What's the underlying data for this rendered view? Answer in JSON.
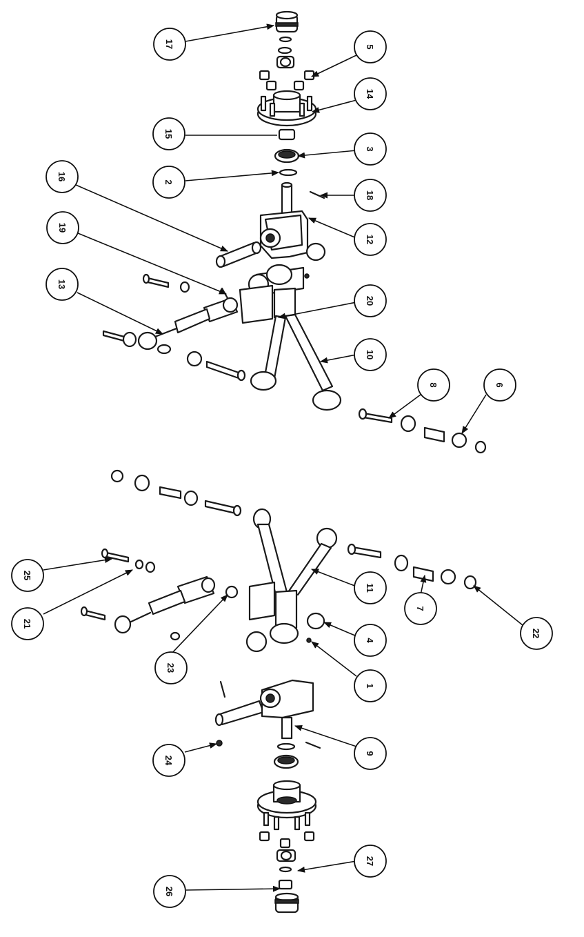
{
  "diagram": {
    "type": "exploded-parts-diagram",
    "callouts": [
      {
        "id": "c17",
        "label": "17"
      },
      {
        "id": "c5",
        "label": "5"
      },
      {
        "id": "c14",
        "label": "14"
      },
      {
        "id": "c15",
        "label": "15"
      },
      {
        "id": "c3",
        "label": "3"
      },
      {
        "id": "c2",
        "label": "2"
      },
      {
        "id": "c16",
        "label": "16"
      },
      {
        "id": "c18",
        "label": "18"
      },
      {
        "id": "c12",
        "label": "12"
      },
      {
        "id": "c19",
        "label": "19"
      },
      {
        "id": "c13",
        "label": "13"
      },
      {
        "id": "c20",
        "label": "20"
      },
      {
        "id": "c10",
        "label": "10"
      },
      {
        "id": "c8",
        "label": "8"
      },
      {
        "id": "c6",
        "label": "6"
      },
      {
        "id": "c25",
        "label": "25"
      },
      {
        "id": "c11",
        "label": "11"
      },
      {
        "id": "c21",
        "label": "21"
      },
      {
        "id": "c7",
        "label": "7"
      },
      {
        "id": "c22",
        "label": "22"
      },
      {
        "id": "c4",
        "label": "4"
      },
      {
        "id": "c23",
        "label": "23"
      },
      {
        "id": "c1",
        "label": "1"
      },
      {
        "id": "c9",
        "label": "9"
      },
      {
        "id": "c24",
        "label": "24"
      },
      {
        "id": "c27",
        "label": "27"
      },
      {
        "id": "c26",
        "label": "26"
      }
    ]
  }
}
